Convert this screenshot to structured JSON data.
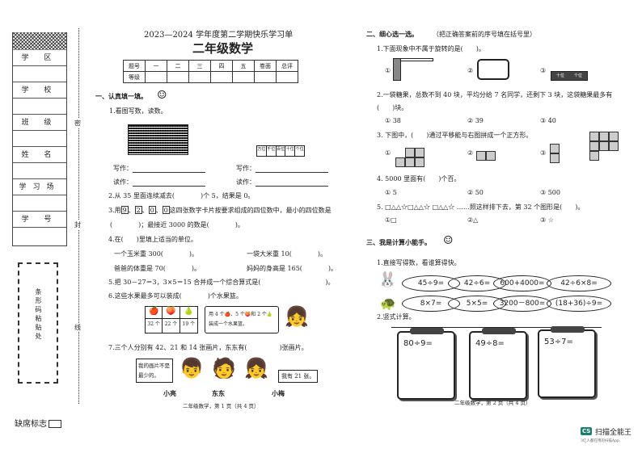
{
  "sidebar": {
    "fields": [
      "学 区",
      "学 校",
      "班 级",
      "姓 名",
      "学习场",
      "学 号"
    ],
    "barcode_label": "条形码粘贴处",
    "absent_label": "缺席标志",
    "seal_line": [
      "密",
      "封",
      "线"
    ]
  },
  "header": {
    "title": "2023—2024 学年度第二学期快乐学习单",
    "subject": "二年级数学",
    "score_table": {
      "row1": [
        "题号",
        "一",
        "二",
        "三",
        "四",
        "五",
        "卷面",
        "总评"
      ],
      "row2_label": "等级"
    }
  },
  "part1": {
    "heading": "一、认真填一填。",
    "q1": "1.看图写数，读数。",
    "write": "写作：",
    "read": "读作：",
    "abacus_labels": [
      "万位",
      "千位",
      "百位",
      "十位",
      "个位"
    ],
    "q2": "2.从 35 里面连续减去(　　　　)个 5，结果是 0。",
    "q3a": "3.用",
    "q3cards": [
      "9",
      "2",
      "0",
      "0"
    ],
    "q3b": "这四张数字卡片按要求组成的四位数中，最小的四位数是",
    "q3c": "(　　　　)；最接近 3000 的数是(　　　　)。",
    "q4": "4.在(　　)里填上适当的单位。",
    "q4items": [
      "一个玉米重 300(　　　　)。",
      "一袋大米重 10(　　　　)。",
      "爸爸的体重是 70(　　　　)。",
      "妈妈的身高是 165(　　　　)。"
    ],
    "q5": "5.把 30－27＝3，3×5＝15 合并成一个综合算式是(　　　　　　　　　　)。",
    "q6": "6.这些水果最多可以装成(　　　　)个水果篮。",
    "fruit_counts": [
      "32 个",
      "22 个",
      "19 个"
    ],
    "fruit_note": "用 4 个🍎、5 个🍑和 2 个🍐装成一个水果篮。",
    "q7": "7.三个人分别有 42、21 和 14 张画片，东东有(　　　　　)张画片。",
    "bubble1": "我的画片不是最少的。",
    "bubble2": "我有 21 张。",
    "names": [
      "小亮",
      "东东",
      "小梅"
    ],
    "footer": "二年级数学，第 1 页（共 4 页）"
  },
  "part2": {
    "heading": "二、细心选一选。",
    "hint": "（把正确答案前的序号填在括号里）",
    "q1": "1.下面现象中不属于旋转的是(　　)。",
    "q1opts": [
      "①",
      "②",
      "③"
    ],
    "q1_abacus": [
      "十位",
      "个位"
    ],
    "q2a": "2.一袋糖果，总数不到 40 块，平均分给 7 名同学，还剩下 3 块，这袋糖果最多有",
    "q2b": "(　　)块。",
    "q2opts": [
      "① 38",
      "② 39",
      "③ 40"
    ],
    "q3": "3. 下图中，(　　)通过平移能与右图拼成一个正方形。",
    "q3opts": [
      "①",
      "②",
      "③"
    ],
    "q4": "4. 5000 里面有(　　)个百。",
    "q4opts": [
      "① 5",
      "② 50",
      "③ 500"
    ],
    "q5": "5. □△△☆□△△☆ □△△☆ ……照这样排下去，第 32 个图形是(　　)。",
    "q5opts": [
      "①□",
      "②△",
      "③ ☆"
    ]
  },
  "part3": {
    "heading": "三、我是计算小能手。",
    "q1": "1.直接写得数，看谁算得快。",
    "row1": [
      "45÷9=",
      "42÷6=",
      "600+4000=",
      "42÷6×8="
    ],
    "row2": [
      "8×7=",
      "5×5=",
      "3200－800=",
      "(18+36)÷9="
    ],
    "q2": "2.竖式计算。",
    "boards": [
      "80÷9=",
      "49÷8=",
      "53÷7="
    ],
    "footer": "二年级数学，第 2 页（共 4 页）"
  },
  "watermark": {
    "logo": "CS",
    "brand": "扫描全能王",
    "tagline": "3亿人都在用的扫描App"
  }
}
